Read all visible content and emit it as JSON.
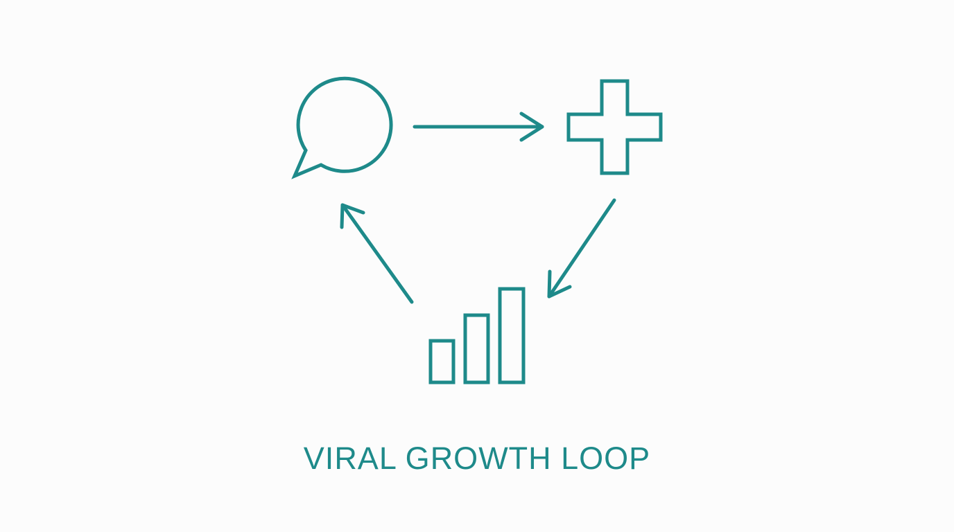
{
  "colors": {
    "accent": "#1e8a8a",
    "background": "#fcfcfc"
  },
  "diagram": {
    "title": "VIRAL GROWTH LOOP",
    "nodes": [
      {
        "id": "share",
        "icon": "speech-bubble-icon"
      },
      {
        "id": "add",
        "icon": "plus-icon"
      },
      {
        "id": "growth",
        "icon": "bar-chart-icon"
      }
    ],
    "edges": [
      {
        "from": "share",
        "to": "add"
      },
      {
        "from": "add",
        "to": "growth"
      },
      {
        "from": "growth",
        "to": "share"
      }
    ]
  }
}
